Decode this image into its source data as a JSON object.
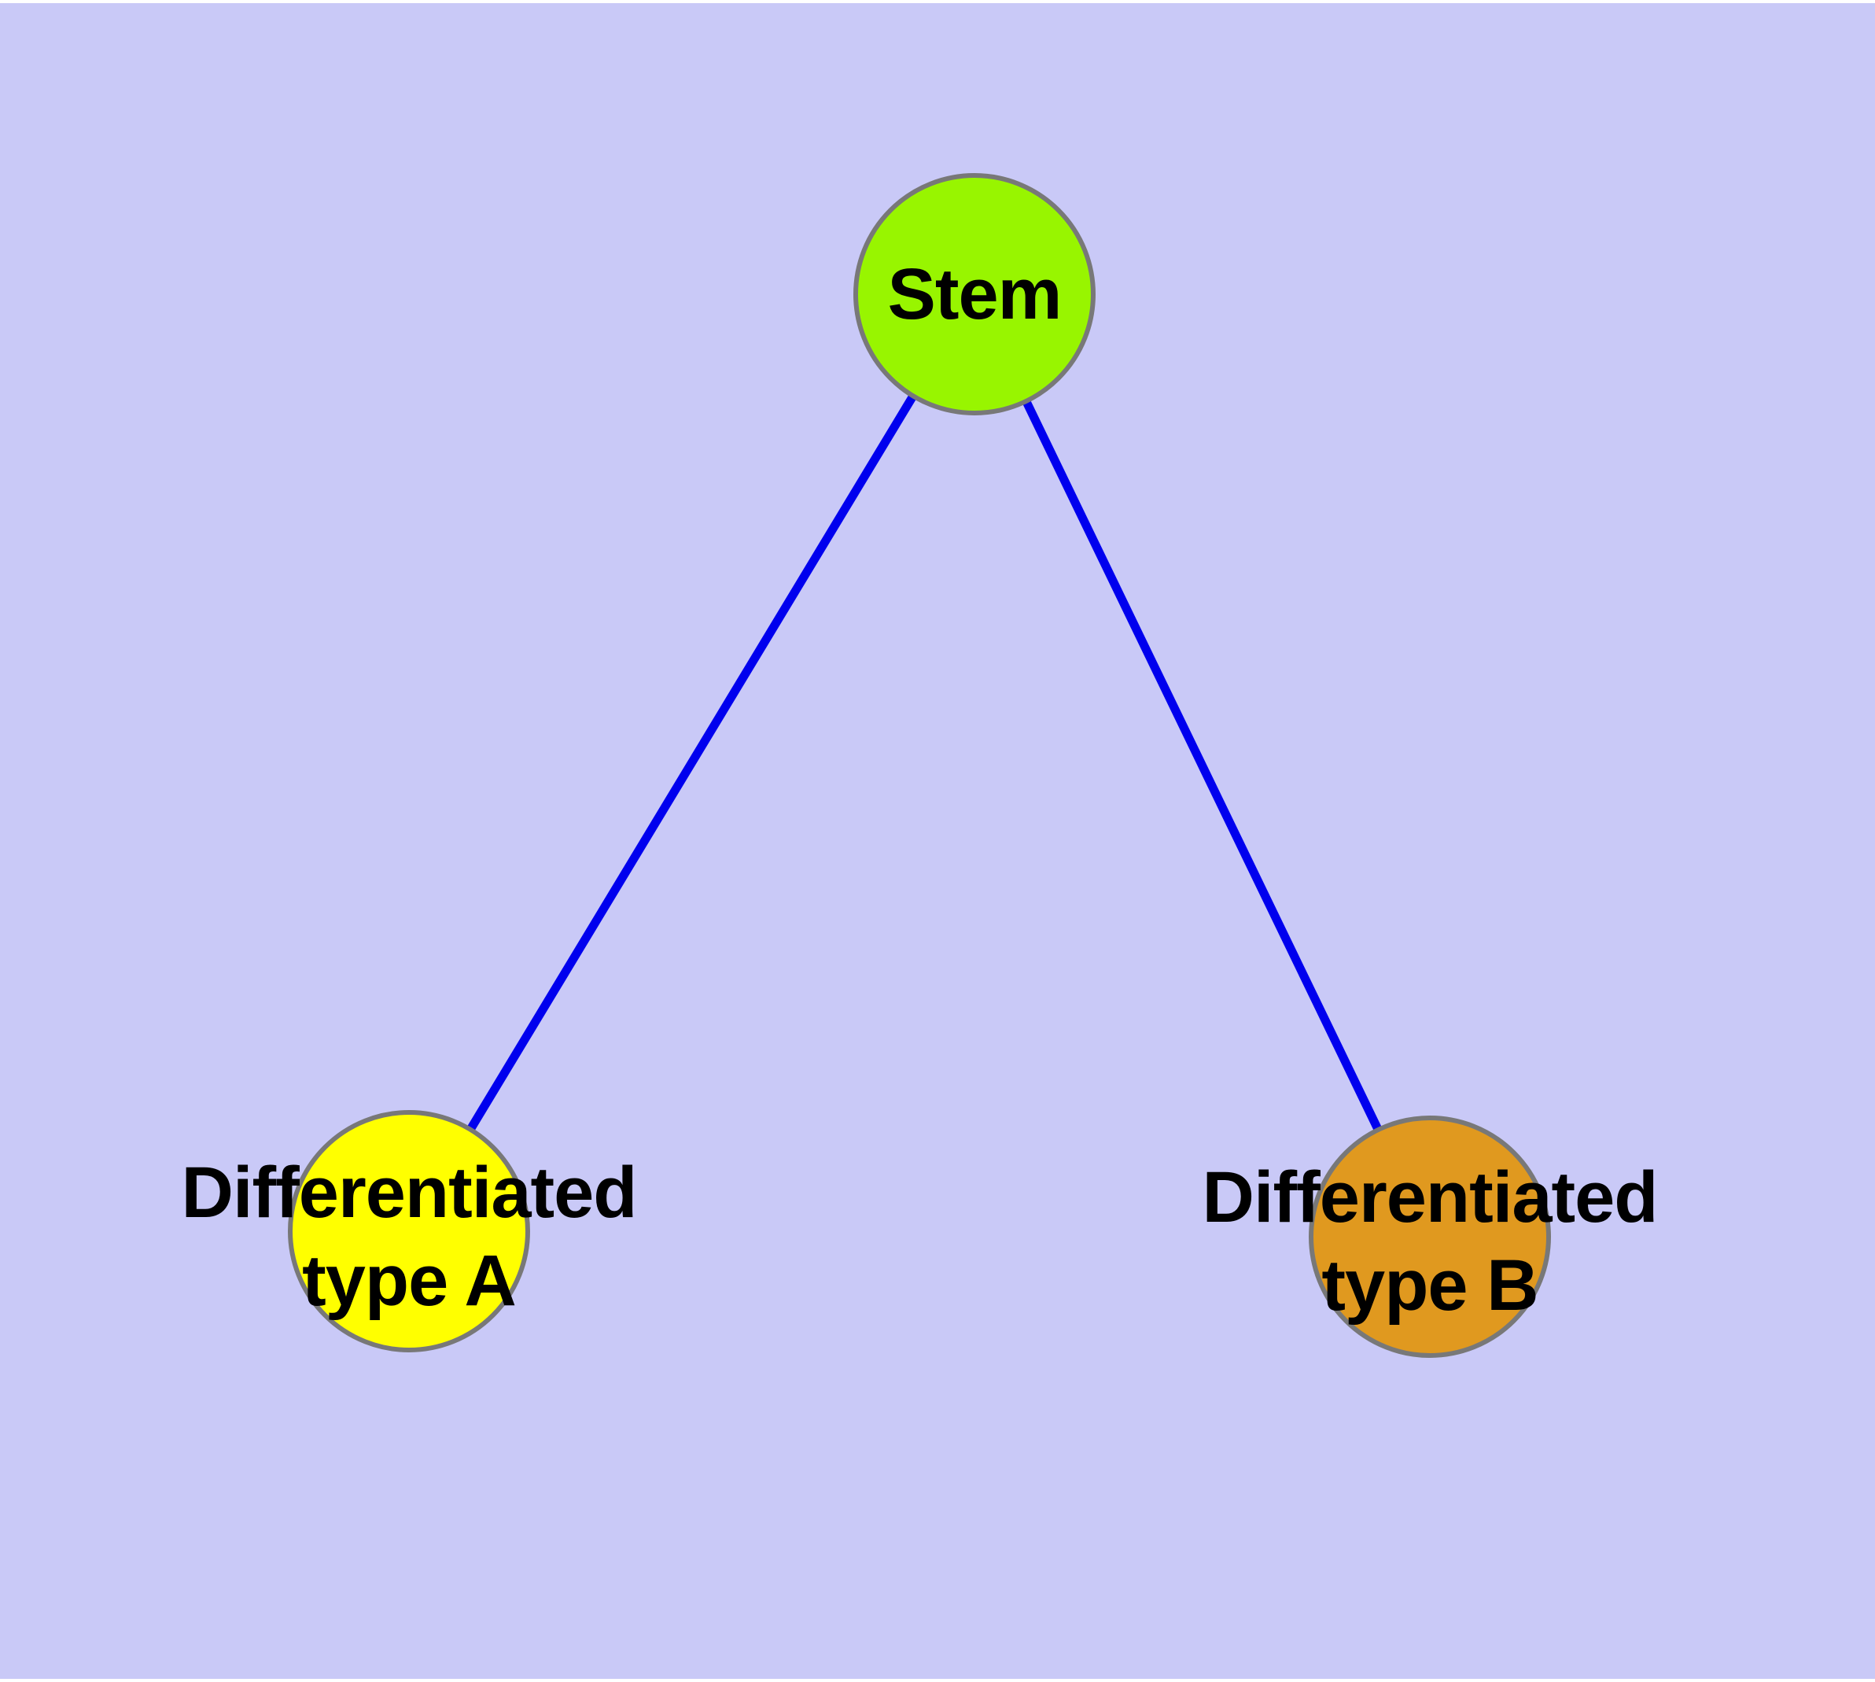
{
  "graph": {
    "background_color": "#c9c9f7",
    "frame_color": "#ffffff",
    "edge_color": "#0000ee",
    "node_border_color": "#787878",
    "label_color": "#000000",
    "nodes": [
      {
        "id": "stem",
        "label": "Stem",
        "color": "#98f500"
      },
      {
        "id": "differentiated-type-a",
        "label": "Differentiated\ntype A",
        "color": "#ffff00"
      },
      {
        "id": "differentiated-type-b",
        "label": "Differentiated\ntype B",
        "color": "#e0991f"
      }
    ],
    "edges": [
      {
        "from": "Stem",
        "to": "Differentiated type A"
      },
      {
        "from": "Stem",
        "to": "Differentiated type B"
      }
    ]
  }
}
